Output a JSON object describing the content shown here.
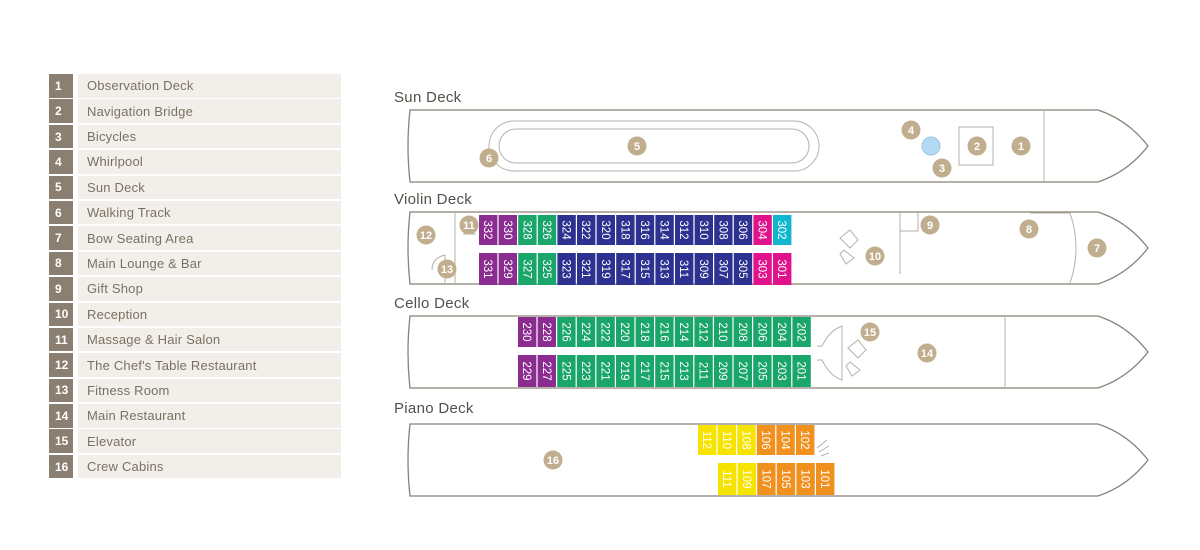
{
  "legend": [
    {
      "num": "1",
      "label": "Observation Deck"
    },
    {
      "num": "2",
      "label": "Navigation Bridge"
    },
    {
      "num": "3",
      "label": "Bicycles"
    },
    {
      "num": "4",
      "label": "Whirlpool"
    },
    {
      "num": "5",
      "label": "Sun Deck"
    },
    {
      "num": "6",
      "label": "Walking Track"
    },
    {
      "num": "7",
      "label": "Bow Seating Area"
    },
    {
      "num": "8",
      "label": "Main Lounge & Bar"
    },
    {
      "num": "9",
      "label": "Gift Shop"
    },
    {
      "num": "10",
      "label": "Reception"
    },
    {
      "num": "11",
      "label": "Massage & Hair Salon"
    },
    {
      "num": "12",
      "label": "The Chef's Table Restaurant"
    },
    {
      "num": "13",
      "label": "Fitness Room"
    },
    {
      "num": "14",
      "label": "Main Restaurant"
    },
    {
      "num": "15",
      "label": "Elevator"
    },
    {
      "num": "16",
      "label": "Crew Cabins"
    }
  ],
  "decks": {
    "sun": {
      "title": "Sun Deck"
    },
    "violin": {
      "title": "Violin Deck"
    },
    "cello": {
      "title": "Cello Deck"
    },
    "piano": {
      "title": "Piano Deck"
    }
  },
  "colors": {
    "purple": "#8b2c91",
    "green": "#1aa66b",
    "navy": "#2d3190",
    "magenta": "#e0138c",
    "cyan": "#10b6cf",
    "yellow": "#f6e300",
    "orange": "#f0901e",
    "marker": "#c1ae8e",
    "whirlpool": "#b3daf2"
  },
  "cabins": {
    "violin_top": [
      {
        "n": "332",
        "c": "purple"
      },
      {
        "n": "330",
        "c": "purple"
      },
      {
        "n": "328",
        "c": "green"
      },
      {
        "n": "326",
        "c": "green"
      },
      {
        "n": "324",
        "c": "navy"
      },
      {
        "n": "322",
        "c": "navy"
      },
      {
        "n": "320",
        "c": "navy"
      },
      {
        "n": "318",
        "c": "navy"
      },
      {
        "n": "316",
        "c": "navy"
      },
      {
        "n": "314",
        "c": "navy"
      },
      {
        "n": "312",
        "c": "navy"
      },
      {
        "n": "310",
        "c": "navy"
      },
      {
        "n": "308",
        "c": "navy"
      },
      {
        "n": "306",
        "c": "navy"
      },
      {
        "n": "304",
        "c": "magenta"
      },
      {
        "n": "302",
        "c": "cyan"
      }
    ],
    "violin_bottom": [
      {
        "n": "331",
        "c": "purple"
      },
      {
        "n": "329",
        "c": "purple"
      },
      {
        "n": "327",
        "c": "green"
      },
      {
        "n": "325",
        "c": "green"
      },
      {
        "n": "323",
        "c": "navy"
      },
      {
        "n": "321",
        "c": "navy"
      },
      {
        "n": "319",
        "c": "navy"
      },
      {
        "n": "317",
        "c": "navy"
      },
      {
        "n": "315",
        "c": "navy"
      },
      {
        "n": "313",
        "c": "navy"
      },
      {
        "n": "311",
        "c": "navy"
      },
      {
        "n": "309",
        "c": "navy"
      },
      {
        "n": "307",
        "c": "navy"
      },
      {
        "n": "305",
        "c": "navy"
      },
      {
        "n": "303",
        "c": "magenta"
      },
      {
        "n": "301",
        "c": "magenta"
      }
    ],
    "cello_top": [
      {
        "n": "230",
        "c": "purple"
      },
      {
        "n": "228",
        "c": "purple"
      },
      {
        "n": "226",
        "c": "green"
      },
      {
        "n": "224",
        "c": "green"
      },
      {
        "n": "222",
        "c": "green"
      },
      {
        "n": "220",
        "c": "green"
      },
      {
        "n": "218",
        "c": "green"
      },
      {
        "n": "216",
        "c": "green"
      },
      {
        "n": "214",
        "c": "green"
      },
      {
        "n": "212",
        "c": "green"
      },
      {
        "n": "210",
        "c": "green"
      },
      {
        "n": "208",
        "c": "green"
      },
      {
        "n": "206",
        "c": "green"
      },
      {
        "n": "204",
        "c": "green"
      },
      {
        "n": "202",
        "c": "green"
      }
    ],
    "cello_bottom": [
      {
        "n": "229",
        "c": "purple"
      },
      {
        "n": "227",
        "c": "purple"
      },
      {
        "n": "225",
        "c": "green"
      },
      {
        "n": "223",
        "c": "green"
      },
      {
        "n": "221",
        "c": "green"
      },
      {
        "n": "219",
        "c": "green"
      },
      {
        "n": "217",
        "c": "green"
      },
      {
        "n": "215",
        "c": "green"
      },
      {
        "n": "213",
        "c": "green"
      },
      {
        "n": "211",
        "c": "green"
      },
      {
        "n": "209",
        "c": "green"
      },
      {
        "n": "207",
        "c": "green"
      },
      {
        "n": "205",
        "c": "green"
      },
      {
        "n": "203",
        "c": "green"
      },
      {
        "n": "201",
        "c": "green"
      }
    ],
    "piano_top": [
      {
        "n": "112",
        "c": "yellow"
      },
      {
        "n": "110",
        "c": "yellow"
      },
      {
        "n": "108",
        "c": "yellow"
      },
      {
        "n": "106",
        "c": "orange"
      },
      {
        "n": "104",
        "c": "orange"
      },
      {
        "n": "102",
        "c": "orange"
      }
    ],
    "piano_bottom": [
      {
        "n": "111",
        "c": "yellow"
      },
      {
        "n": "109",
        "c": "yellow"
      },
      {
        "n": "107",
        "c": "orange"
      },
      {
        "n": "105",
        "c": "orange"
      },
      {
        "n": "103",
        "c": "orange"
      },
      {
        "n": "101",
        "c": "orange"
      }
    ]
  },
  "markers": [
    {
      "num": "1",
      "deck": "sun"
    },
    {
      "num": "2",
      "deck": "sun"
    },
    {
      "num": "3",
      "deck": "sun"
    },
    {
      "num": "4",
      "deck": "sun"
    },
    {
      "num": "5",
      "deck": "sun"
    },
    {
      "num": "6",
      "deck": "sun"
    },
    {
      "num": "7",
      "deck": "violin"
    },
    {
      "num": "8",
      "deck": "violin"
    },
    {
      "num": "9",
      "deck": "violin"
    },
    {
      "num": "10",
      "deck": "violin"
    },
    {
      "num": "11",
      "deck": "violin"
    },
    {
      "num": "12",
      "deck": "violin"
    },
    {
      "num": "13",
      "deck": "violin"
    },
    {
      "num": "14",
      "deck": "cello"
    },
    {
      "num": "15",
      "deck": "cello"
    },
    {
      "num": "16",
      "deck": "piano"
    }
  ]
}
